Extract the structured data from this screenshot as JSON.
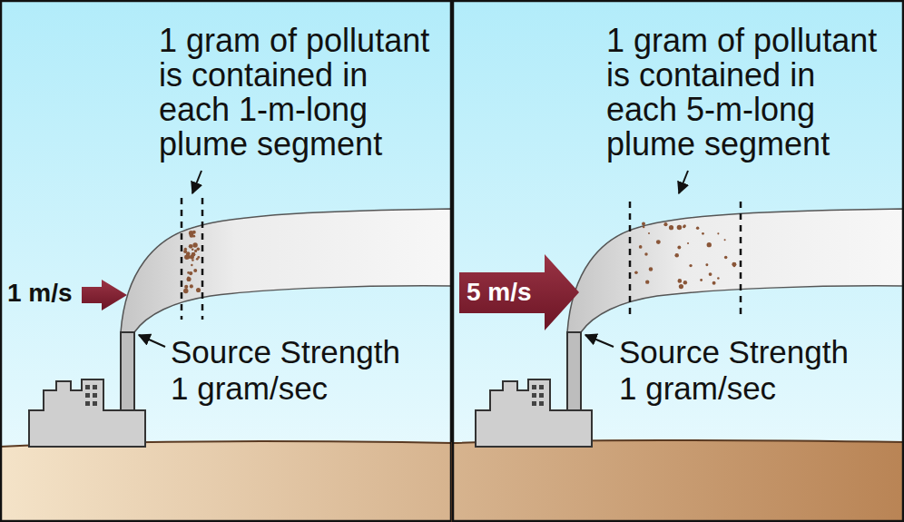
{
  "diagram": {
    "labels": [
      "1 gram of pollutant is contained in each 1-m-long plume segment",
      "1 m/s",
      "Source Strength 1 gram/sec",
      "1 gram of pollutant is contained in each 5-m-long plume segment",
      "5 m/s",
      "Source Strength 1 gram/sec"
    ]
  }
}
